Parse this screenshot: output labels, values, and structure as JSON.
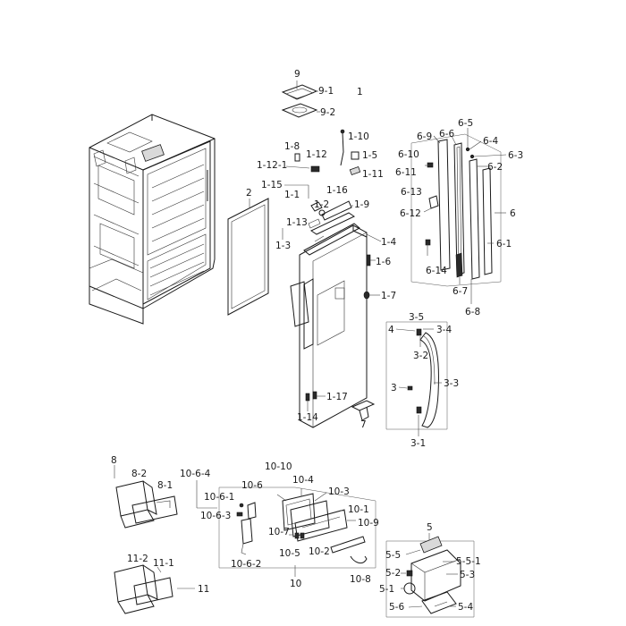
{
  "labels": {
    "p1": "1",
    "p1_1": "1-1",
    "p1_2": "1-2",
    "p1_3": "1-3",
    "p1_4": "1-4",
    "p1_5": "1-5",
    "p1_6": "1-6",
    "p1_7": "1-7",
    "p1_8": "1-8",
    "p1_9": "1-9",
    "p1_10": "1-10",
    "p1_11": "1-11",
    "p1_12": "1-12",
    "p1_12_1": "1-12-1",
    "p1_13": "1-13",
    "p1_14": "1-14",
    "p1_15": "1-15",
    "p1_16": "1-16",
    "p1_17": "1-17",
    "p2": "2",
    "p3": "3",
    "p3_1": "3-1",
    "p3_2": "3-2",
    "p3_3": "3-3",
    "p3_4": "3-4",
    "p3_5": "3-5",
    "p4": "4",
    "p5": "5",
    "p5_1": "5-1",
    "p5_2": "5-2",
    "p5_3": "5-3",
    "p5_4": "5-4",
    "p5_5": "5-5",
    "p5_5_1": "5-5-1",
    "p5_6": "5-6",
    "p6": "6",
    "p6_1": "6-1",
    "p6_2": "6-2",
    "p6_3": "6-3",
    "p6_4": "6-4",
    "p6_5": "6-5",
    "p6_6": "6-6",
    "p6_7": "6-7",
    "p6_8": "6-8",
    "p6_9": "6-9",
    "p6_10": "6-10",
    "p6_11": "6-11",
    "p6_12": "6-12",
    "p6_13": "6-13",
    "p6_14": "6-14",
    "p7": "7",
    "p8": "8",
    "p8_1": "8-1",
    "p8_2": "8-2",
    "p9": "9",
    "p9_1": "9-1",
    "p9_2": "9-2",
    "p10": "10",
    "p10_1": "10-1",
    "p10_2": "10-2",
    "p10_3": "10-3",
    "p10_4": "10-4",
    "p10_5": "10-5",
    "p10_6": "10-6",
    "p10_6_1": "10-6-1",
    "p10_6_2": "10-6-2",
    "p10_6_3": "10-6-3",
    "p10_6_4": "10-6-4",
    "p10_7": "10-7",
    "p10_8": "10-8",
    "p10_9": "10-9",
    "p10_10": "10-10",
    "p11": "11",
    "p11_1": "11-1",
    "p11_2": "11-2"
  }
}
